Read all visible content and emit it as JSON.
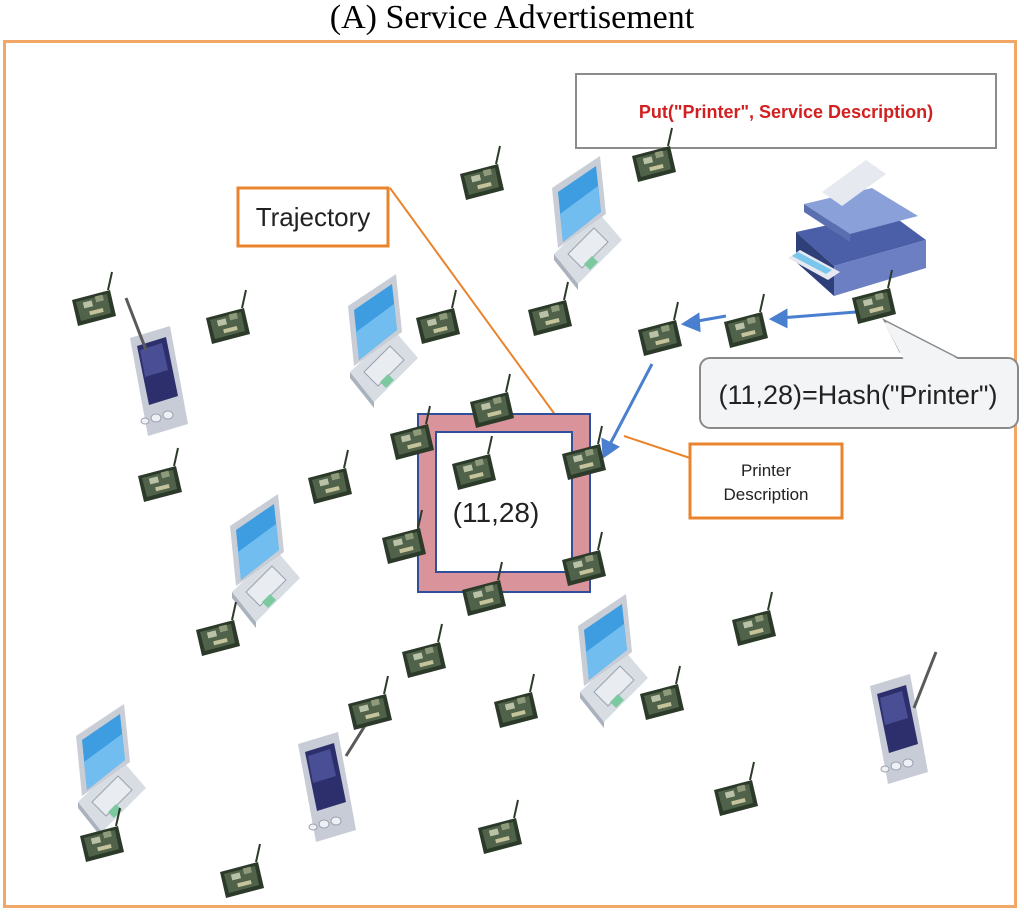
{
  "figure": {
    "title": "(A) Service Advertisement"
  },
  "labels": {
    "put_call": "Put(\"Printer\", Service Description)",
    "trajectory": "Trajectory",
    "hash_call": "(11,28)=Hash(\"Printer\")",
    "coordinate": "(11,28)",
    "printer_description_line1": "Printer",
    "printer_description_line2": "Description"
  },
  "colors": {
    "frame": "#f1a867",
    "callout_border": "#e8842c",
    "put_text": "#d21f1f",
    "arrow": "#4a7fcf",
    "target_ring": "#d9939a",
    "target_border": "#2f4f9a"
  },
  "icons": {
    "sensor": "sensor-node-icon",
    "laptop": "laptop-icon",
    "pda": "pda-icon",
    "printer": "printer-icon"
  }
}
